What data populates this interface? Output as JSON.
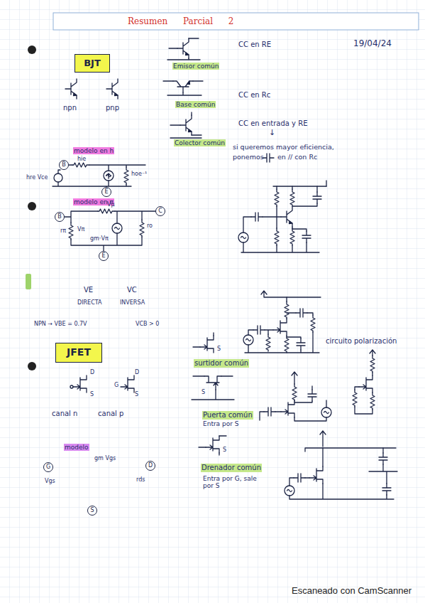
{
  "diagram": {
    "title": "Resumen Parcial 2",
    "nodes": [
      {
        "text": [
          "BJT"
        ]
      },
      {
        "text": [
          "B"
        ]
      },
      {
        "text": [
          "E"
        ]
      },
      {
        "text": [
          "B"
        ]
      },
      {
        "text": [
          "C"
        ]
      },
      {
        "text": [
          "E"
        ]
      },
      {
        "text": [
          "JFET"
        ]
      },
      {
        "text": [
          "G"
        ]
      },
      {
        "text": [
          "D"
        ]
      },
      {
        "text": [
          "S"
        ]
      }
    ],
    "labels": [
      "19/04/24",
      "Emisor común",
      "Base común",
      "Colector común",
      "CC en RE",
      "CC en Rc",
      "CC en entrada y RE",
      "↓",
      "si queremos mayor eficiencia,",
      "ponemos",
      "en // con Rc",
      "npn",
      "pnp",
      "modelo en h",
      "hie",
      "hoe⁻¹",
      "hre Vce",
      "modelo en π",
      "Vμ",
      "rπ",
      "Vπ",
      "gm·Vπ",
      "ro",
      "VE",
      "VC",
      "DIRECTA",
      "INVERSA",
      "NPN → VBE = 0.7V",
      "VCB > 0",
      "canal n",
      "canal p",
      "D",
      "S",
      "G",
      "D",
      "S",
      "modelo",
      "gm Vgs",
      "Vgs",
      "rds",
      "S",
      "surtidor común",
      "S",
      "Puerta común",
      "Entra por S",
      "S",
      "Drenador común",
      "Entra por G, sale por S",
      "circuito polarización",
      "Escaneado con CamScanner"
    ]
  }
}
